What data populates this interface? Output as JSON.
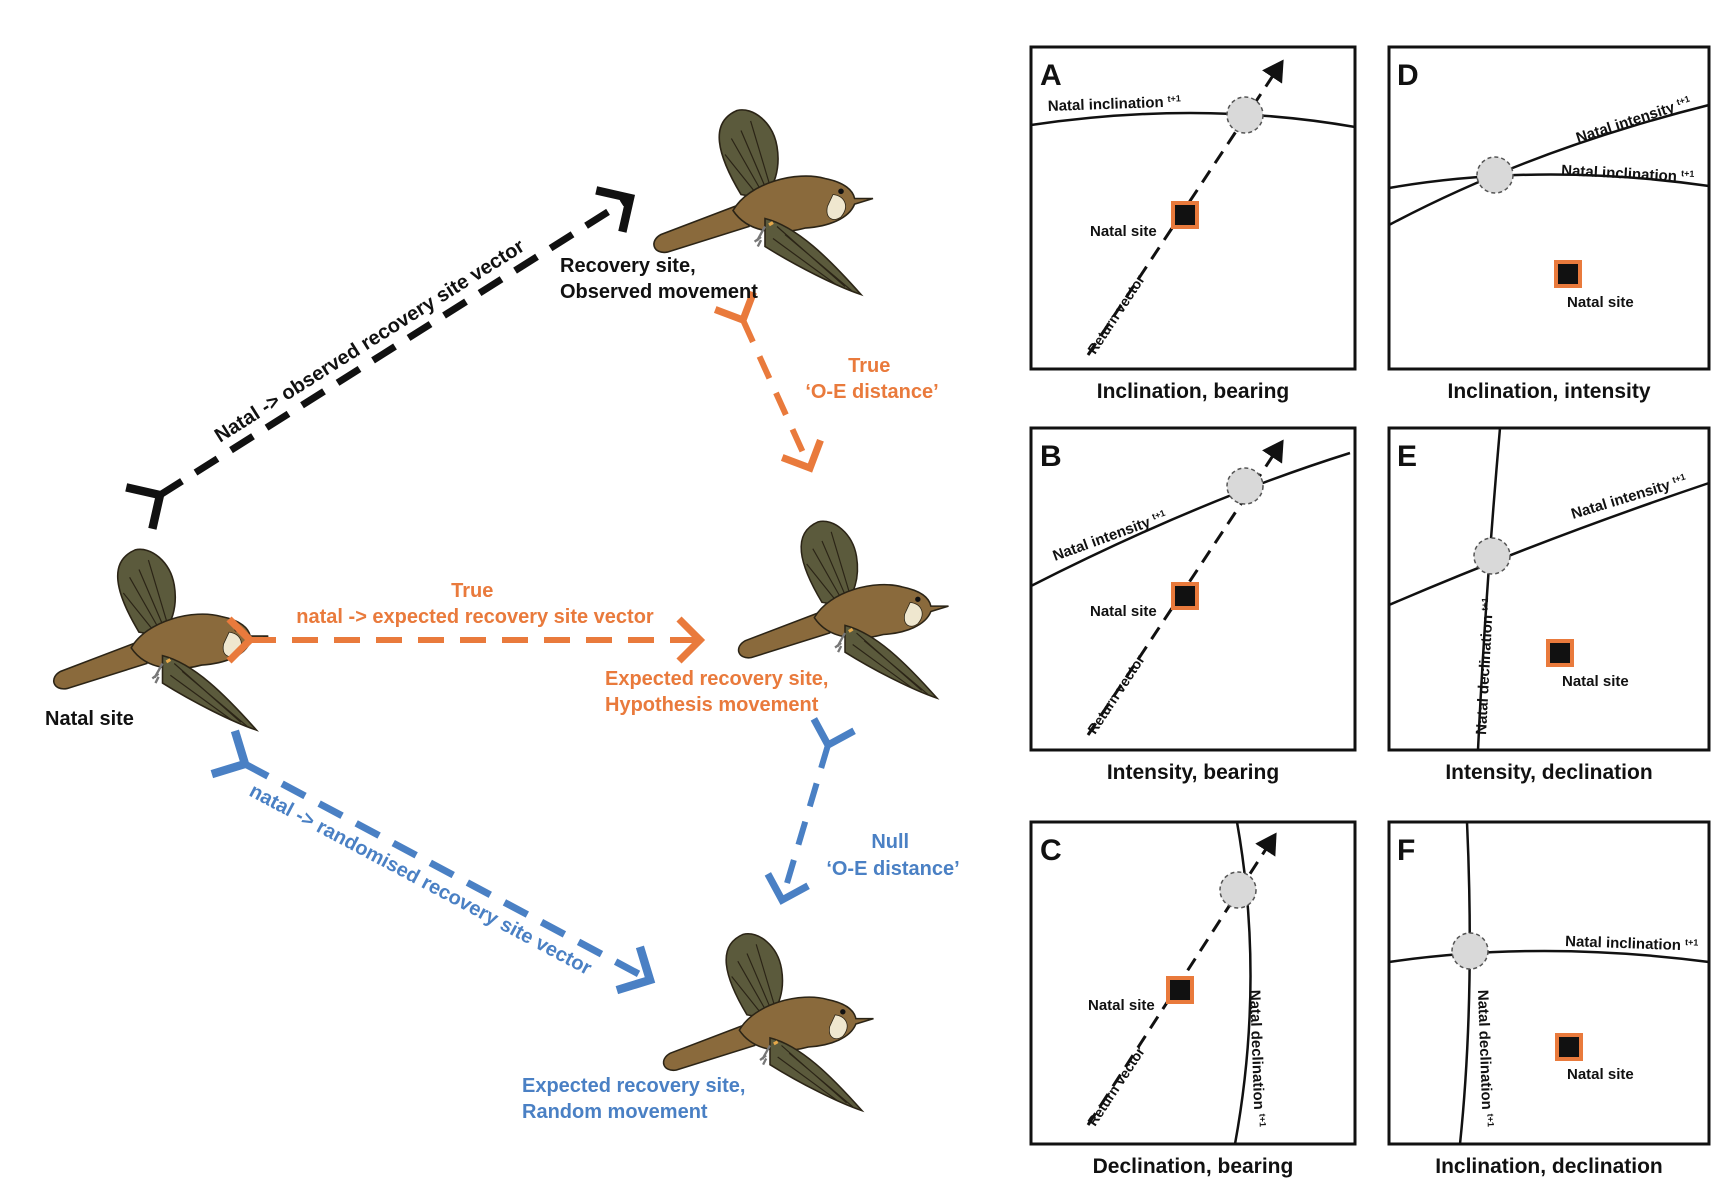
{
  "colors": {
    "black": "#111111",
    "orange": "#e97a3c",
    "blue": "#4a80c4",
    "bird_body": "#8a6a3c",
    "bird_wing": "#5b5a3c",
    "site_marker_outline": "#e97a3c",
    "circle_fill": "#d9d9d9"
  },
  "left_diagram": {
    "natal_label": "Natal site",
    "recovery_label": [
      "Recovery site,",
      "Observed movement"
    ],
    "expected_hypothesis_label": [
      "Expected recovery site,",
      "Hypothesis movement"
    ],
    "expected_random_label": [
      "Expected recovery site,",
      "Random movement"
    ],
    "observed_vector_label": "Natal -> observed recovery site vector",
    "true_vector_label": [
      "True",
      "natal -> expected recovery site vector"
    ],
    "random_vector_label": "natal -> randomised recovery site vector",
    "true_oe_label": [
      "True",
      "‘O-E distance’"
    ],
    "null_oe_label": [
      "Null",
      "‘O-E distance’"
    ],
    "bird_icon": "flying-bird-icon"
  },
  "panels": [
    {
      "letter": "A",
      "caption": "Inclination, bearing",
      "lines": [
        "Natal inclination"
      ],
      "subscript": "t+1",
      "site_label": "Natal site",
      "vector_label": "Return vector"
    },
    {
      "letter": "B",
      "caption": "Intensity, bearing",
      "lines": [
        "Natal intensity"
      ],
      "subscript": "t+1",
      "site_label": "Natal site",
      "vector_label": "Return vector"
    },
    {
      "letter": "C",
      "caption": "Declination, bearing",
      "lines": [
        "Natal declination"
      ],
      "subscript": "t+1",
      "site_label": "Natal site",
      "vector_label": "Return vector"
    },
    {
      "letter": "D",
      "caption": "Inclination, intensity",
      "lines": [
        "Natal intensity",
        "Natal inclination"
      ],
      "subscript": "t+1",
      "site_label": "Natal site"
    },
    {
      "letter": "E",
      "caption": "Intensity, declination",
      "lines": [
        "Natal intensity",
        "Natal declination"
      ],
      "subscript": "t+1",
      "site_label": "Natal site"
    },
    {
      "letter": "F",
      "caption": "Inclination, declination",
      "lines": [
        "Natal inclination",
        "Natal declination"
      ],
      "subscript": "t+1",
      "site_label": "Natal site"
    }
  ]
}
